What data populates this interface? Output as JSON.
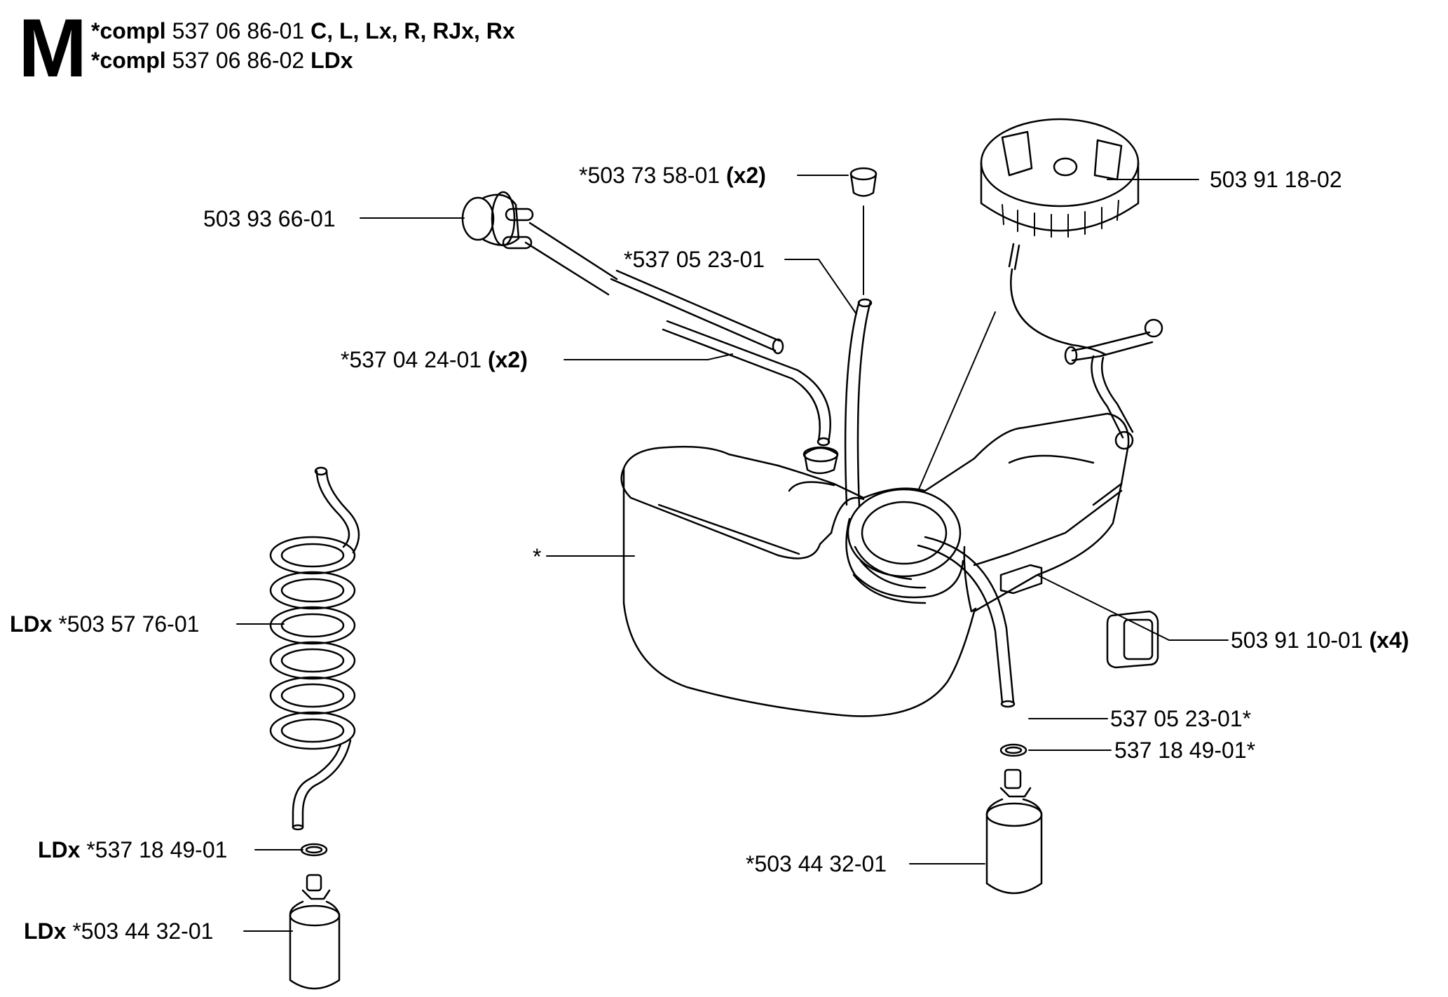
{
  "section": "M",
  "header": [
    {
      "prefix": "*compl",
      "part_no": "537 06 86-01",
      "models": "C, L, Lx, R, RJx, Rx"
    },
    {
      "prefix": "*compl",
      "part_no": "537 06 86-02",
      "models": "LDx"
    }
  ],
  "callouts": [
    {
      "id": "c1",
      "prefix": "",
      "part_no": "503 93 66-01",
      "qty": ""
    },
    {
      "id": "c2",
      "prefix": "",
      "part_no": "*503 73 58-01",
      "qty": "(x2)"
    },
    {
      "id": "c3",
      "prefix": "",
      "part_no": "*537 05 23-01",
      "qty": ""
    },
    {
      "id": "c4",
      "prefix": "",
      "part_no": "*537 04 24-01",
      "qty": "(x2)"
    },
    {
      "id": "c5",
      "prefix": "",
      "part_no": "503 91 18-02",
      "qty": ""
    },
    {
      "id": "c6",
      "prefix": "",
      "part_no": "*",
      "qty": ""
    },
    {
      "id": "c7",
      "prefix": "LDx",
      "part_no": "*503 57 76-01",
      "qty": ""
    },
    {
      "id": "c8",
      "prefix": "",
      "part_no": "503 91 10-01",
      "qty": "(x4)"
    },
    {
      "id": "c9",
      "prefix": "",
      "part_no": "537 05 23-01*",
      "qty": ""
    },
    {
      "id": "c10",
      "prefix": "",
      "part_no": "537 18 49-01*",
      "qty": ""
    },
    {
      "id": "c11",
      "prefix": "LDx",
      "part_no": "*537 18 49-01",
      "qty": ""
    },
    {
      "id": "c12",
      "prefix": "",
      "part_no": "*503 44 32-01",
      "qty": ""
    },
    {
      "id": "c13",
      "prefix": "LDx",
      "part_no": "*503 44 32-01",
      "qty": ""
    }
  ]
}
